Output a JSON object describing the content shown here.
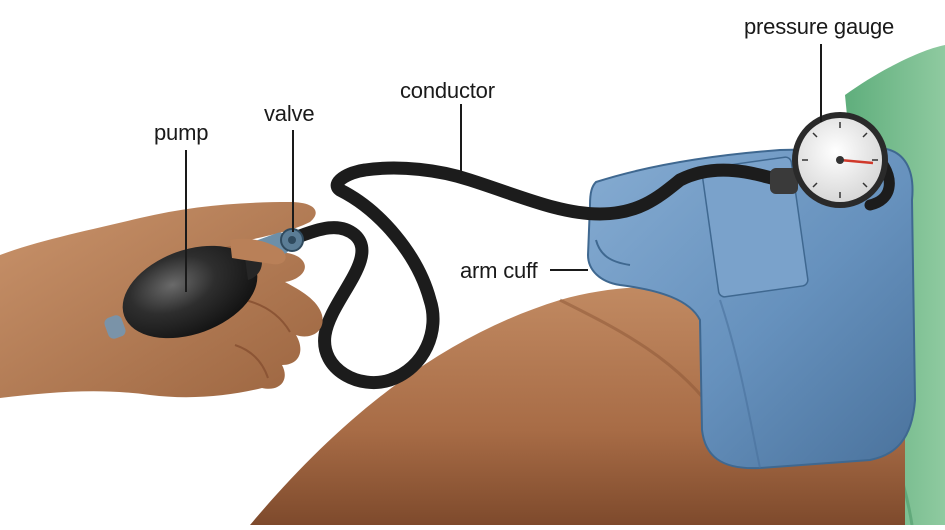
{
  "labels": {
    "pump": "pump",
    "valve": "valve",
    "conductor": "conductor",
    "pressure_gauge": "pressure gauge",
    "arm_cuff": "arm cuff"
  },
  "colors": {
    "skin": "#b57a52",
    "skin_shadow": "#8c5535",
    "cuff": "#6e9ac4",
    "cuff_dark": "#4f79a3",
    "sleeve": "#72b88a",
    "tube": "#1c1c1c",
    "bulb": "#262626",
    "gauge_face": "#f2f2f2",
    "needle": "#d0392b"
  }
}
